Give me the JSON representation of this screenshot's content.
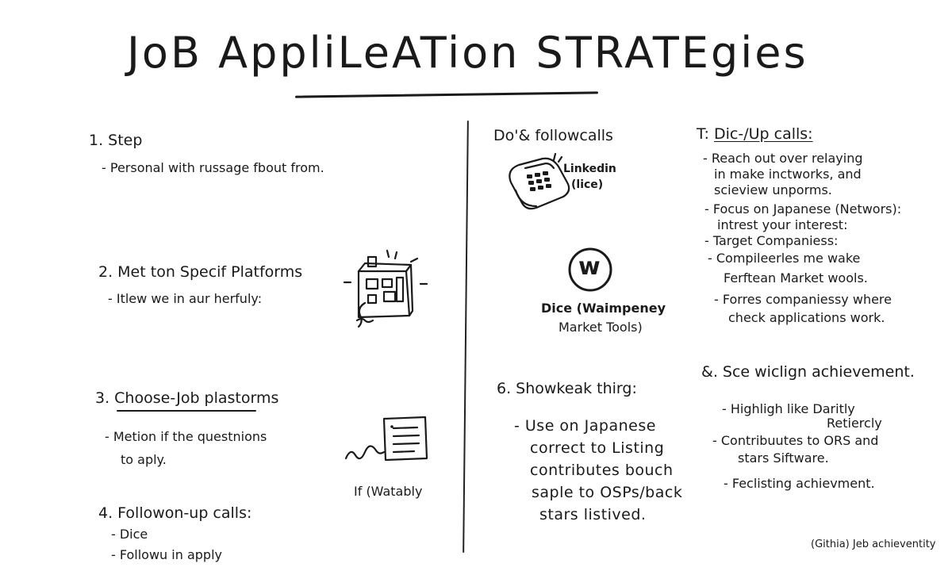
{
  "title": "JoB AppliLeATion STRATEgies",
  "left": {
    "s1": {
      "heading": "1. Step",
      "line1": "- Personal with russage fbout from."
    },
    "s2": {
      "heading": "2. Met ton Specif Platforms",
      "line1": "- Itlew we in aur herfuly:"
    },
    "s3": {
      "heading": "3. Choose-Job plastorms",
      "line1": "- Metion if the questnions",
      "line2": "to aply."
    },
    "s4": {
      "heading": "4. Followon-up calls:",
      "line1": "- Dice",
      "line2": "- Followu in apply"
    },
    "if_label": "If (Watably"
  },
  "middle": {
    "heading": "Do'& followcalls",
    "linkedin_label1": "Linkedin",
    "linkedin_label2": "(lice)",
    "dice_glyph": "w",
    "dice_label1": "Dice (Waimpeney",
    "dice_label2": "Market Tools)",
    "s6": {
      "heading": "6. Showkeak thirg:",
      "line1": "- Use on Japanese",
      "line2": "correct to Listing",
      "line3": "contributes bouch",
      "line4": "saple to OSPs/back",
      "line5": "stars listived."
    }
  },
  "right": {
    "t": {
      "heading_prefix": "T:",
      "heading_link": "Dic-/Up calls:",
      "l1": "- Reach out over relaying",
      "l2": "in make inctworks, and",
      "l3": "scieview unporms.",
      "l4": "- Focus on Japanese (Networs):",
      "l5": "intrest your interest:",
      "l6": "- Target Companiess:",
      "l7": "- Compileerles me wake",
      "l8": "Ferftean Market wools.",
      "l9": "- Forres companiessy where",
      "l10": "check applications work."
    },
    "e": {
      "heading": "&. Sce wiclign achievement.",
      "l1": "- Highligh like Daritly",
      "l2": "Retiercly",
      "l3": "- Contribuutes to ORS and",
      "l4": "stars Siftware.",
      "l5": "- Feclisting achievment."
    },
    "footer": "(Githia) Jeb achieventity"
  }
}
